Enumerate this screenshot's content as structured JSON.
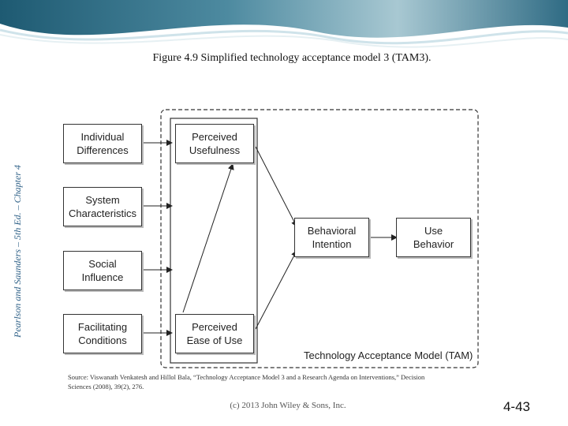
{
  "side_text": "Pearlson and Saunders – 5th Ed. – Chapter 4",
  "title": "Figure 4.9  Simplified technology acceptance model 3 (TAM3).",
  "boxes": {
    "individual_differences": "Individual\nDifferences",
    "system_characteristics": "System\nCharacteristics",
    "social_influence": "Social\nInfluence",
    "facilitating_conditions": "Facilitating\nConditions",
    "perceived_usefulness": "Perceived\nUsefulness",
    "perceived_ease_of_use": "Perceived\nEase of Use",
    "behavioral_intention": "Behavioral\nIntention",
    "use_behavior": "Use\nBehavior"
  },
  "tam_label": "Technology Acceptance Model (TAM)",
  "source": "Source: Viswanath Venkatesh and Hillol Bala, “Technology Acceptance Model 3 and a Research Agenda on Interventions,” Decision Sciences (2008), 39(2), 276.",
  "copyright": "(c) 2013 John Wiley & Sons, Inc.",
  "page_number": "4-43",
  "colors": {
    "banner": "#2f6b84",
    "side_text": "#2c5f86"
  }
}
